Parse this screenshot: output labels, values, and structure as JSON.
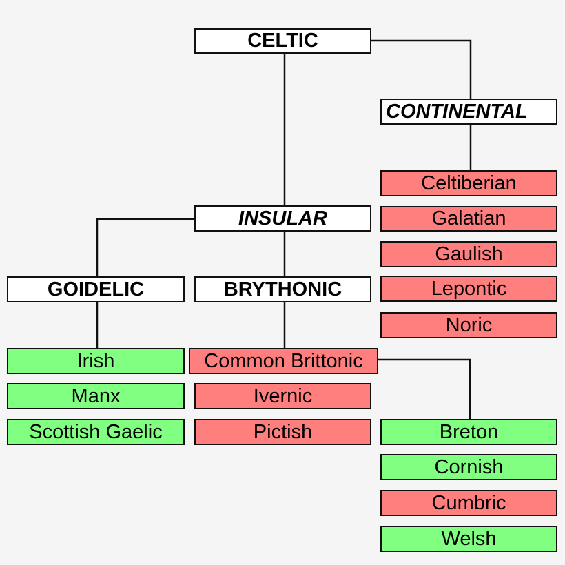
{
  "title": "Celtic languages family tree",
  "colors": {
    "extinct": "#ff7f7f",
    "living": "#80ff80",
    "group": "#ffffff",
    "background": "#f5f5f5"
  },
  "legend_implied": {
    "red": "extinct",
    "green": "living"
  },
  "nodes": {
    "celtic": "CELTIC",
    "continental": "CONTINENTAL",
    "insular": "INSULAR",
    "goidelic": "GOIDELIC",
    "brythonic": "BRYTHONIC",
    "common_brittonic": "Common Brittonic"
  },
  "continental_languages": [
    "Celtiberian",
    "Galatian",
    "Gaulish",
    "Lepontic",
    "Noric"
  ],
  "goidelic_languages": [
    "Irish",
    "Manx",
    "Scottish Gaelic"
  ],
  "brythonic_languages": [
    "Ivernic",
    "Pictish"
  ],
  "brittonic_languages": [
    "Breton",
    "Cornish",
    "Cumbric",
    "Welsh"
  ]
}
